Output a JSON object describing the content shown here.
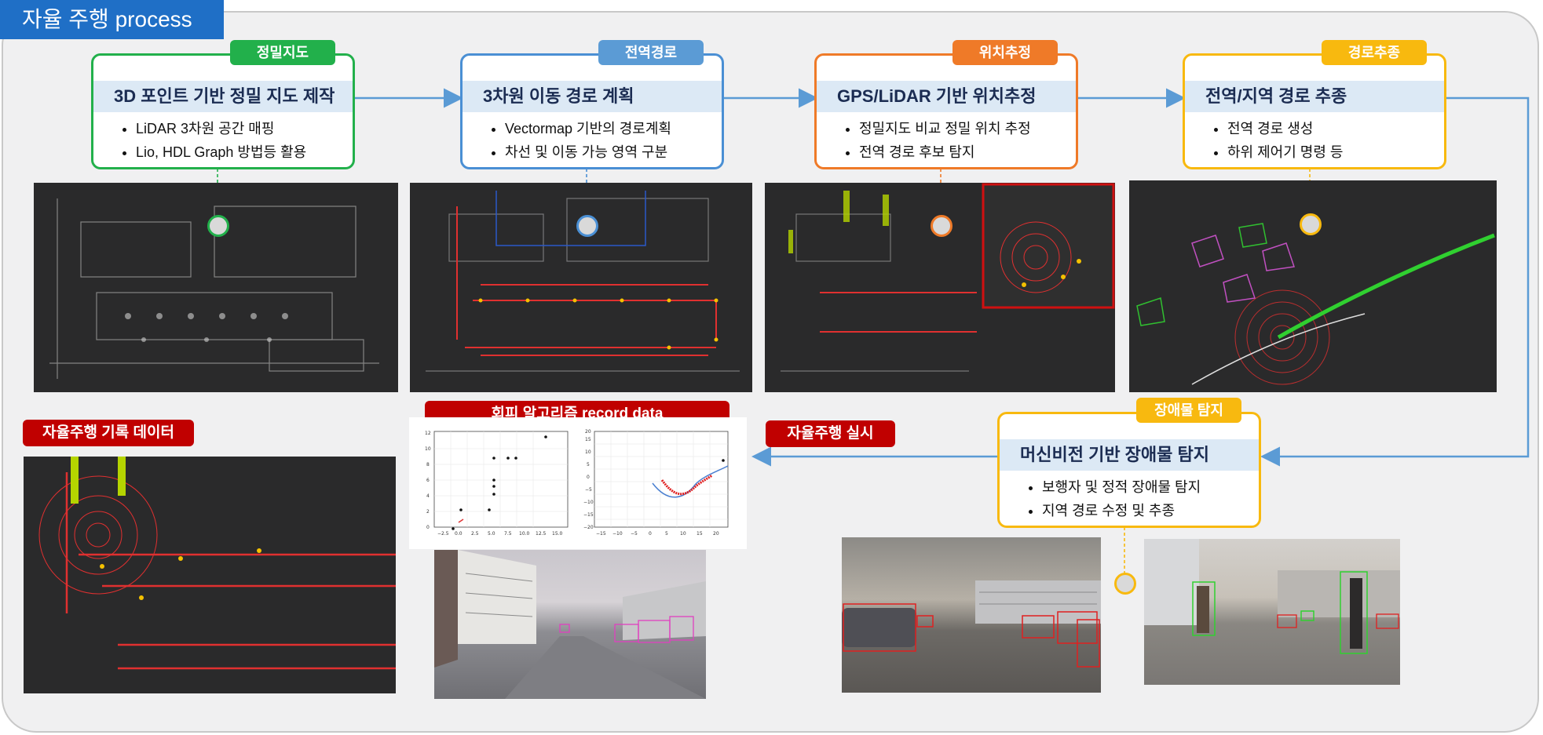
{
  "title": "자율 주행 process",
  "colors": {
    "green": "#22b04b",
    "blue": "#4a8fd4",
    "orange": "#ef7a28",
    "yellow": "#f8b90f",
    "red": "#c00000",
    "arrow": "#5b9bd5"
  },
  "cards": [
    {
      "badge": "정밀지도",
      "header": "3D 포인트 기반 정밀 지도 제작",
      "bullets": [
        "LiDAR 3차원 공간 매핑",
        "Lio, HDL Graph 방법등 활용"
      ]
    },
    {
      "badge": "전역경로",
      "header": "3차원 이동 경로 계획",
      "bullets": [
        "Vectormap 기반의 경로계획",
        "차선 및 이동 가능 영역 구분"
      ]
    },
    {
      "badge": "위치추정",
      "header": "GPS/LiDAR 기반 위치추정",
      "bullets": [
        "정밀지도 비교 정밀 위치 추정",
        "전역 경로 후보 탐지"
      ]
    },
    {
      "badge": "경로추종",
      "header": "전역/지역 경로 추종",
      "bullets": [
        "전역 경로 생성",
        "하위 제어기 명령 등"
      ]
    },
    {
      "badge": "장애물 탐지",
      "header": "머신비전 기반 장애물 탐지",
      "bullets": [
        "보행자 및 정적 장애물 탐지",
        "지역 경로 수정 및 추종"
      ]
    }
  ],
  "labels": {
    "record": "자율주행 기록 데이터",
    "algorithm": "회피 알고리즘 record data",
    "execute": "자율주행 실시"
  },
  "plot_left_ticks_x": [
    "−2.5",
    "0.0",
    "2.5",
    "5.0",
    "7.5",
    "10.0",
    "12.5",
    "15.0"
  ],
  "plot_left_ticks_y": [
    "0",
    "2",
    "4",
    "6",
    "8",
    "10",
    "12"
  ],
  "plot_right_ticks_x": [
    "−15",
    "−10",
    "−5",
    "0",
    "5",
    "10",
    "15",
    "20"
  ],
  "plot_right_ticks_y": [
    "−20",
    "−15",
    "−10",
    "−5",
    "0",
    "5",
    "10",
    "15",
    "20"
  ]
}
